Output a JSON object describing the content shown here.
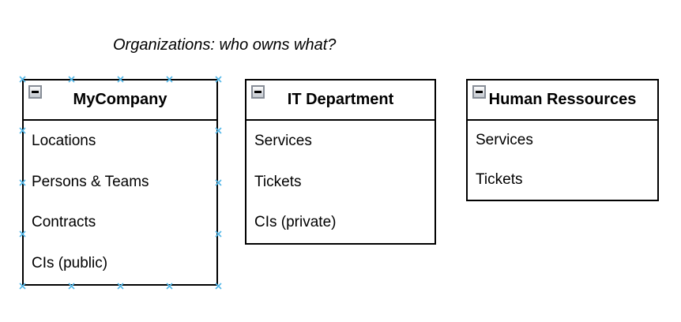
{
  "title": "Organizations: who owns what?",
  "boxes": [
    {
      "name": "MyCompany",
      "selected": true,
      "collapse_icon": "minus",
      "items": [
        "Locations",
        "Persons & Teams",
        "Contracts",
        "CIs (public)"
      ]
    },
    {
      "name": "IT Department",
      "selected": false,
      "collapse_icon": "minus",
      "items": [
        "Services",
        "Tickets",
        "CIs (private)"
      ]
    },
    {
      "name": "Human Ressources",
      "selected": false,
      "collapse_icon": "minus",
      "items": [
        "Services",
        "Tickets"
      ]
    }
  ],
  "colors": {
    "background": "#ffffff",
    "box_border": "#000000",
    "text": "#000000",
    "selection_handle": "#55b8e8",
    "collapse_button_border": "#878d97",
    "collapse_button_face_top": "#fdfdfd",
    "collapse_button_face_bottom": "#c3c8cf",
    "collapse_glyph": "#000000"
  }
}
